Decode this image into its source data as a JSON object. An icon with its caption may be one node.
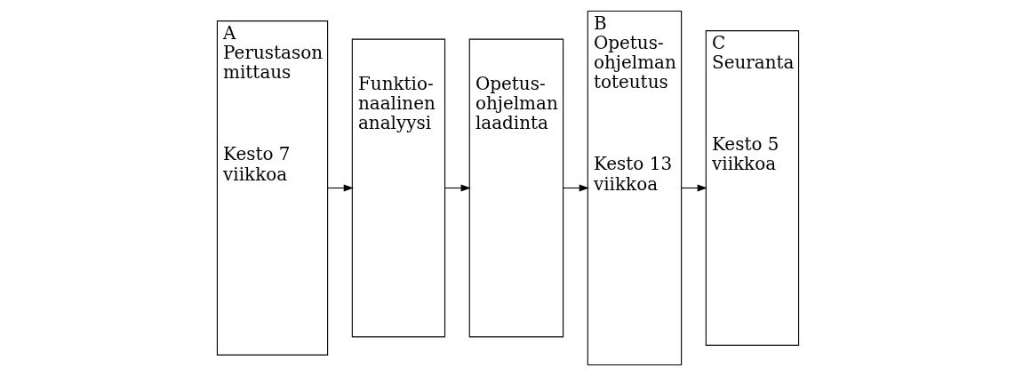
{
  "diagram": {
    "nodes": [
      {
        "text": [
          "A",
          "Perustason mittaus",
          "Kesto 7 viikkoa"
        ]
      },
      {
        "text": [
          "Funktio- naalinen analyysi"
        ]
      },
      {
        "text": [
          "Opetus- ohjelman laadinta"
        ]
      },
      {
        "text": [
          "B",
          "Opetus- ohjelman toteutus",
          "Kesto 13 viikkoa"
        ]
      },
      {
        "text": [
          "C",
          "Seuranta",
          "Kesto 5 viikkoa"
        ]
      }
    ],
    "edges": [
      {
        "from": 0,
        "to": 1,
        "arrow": "to"
      },
      {
        "from": 1,
        "to": 2,
        "arrow": "to"
      },
      {
        "from": 2,
        "to": 3,
        "arrow": "to"
      },
      {
        "from": 3,
        "to": 4,
        "arrow": "to"
      }
    ]
  }
}
